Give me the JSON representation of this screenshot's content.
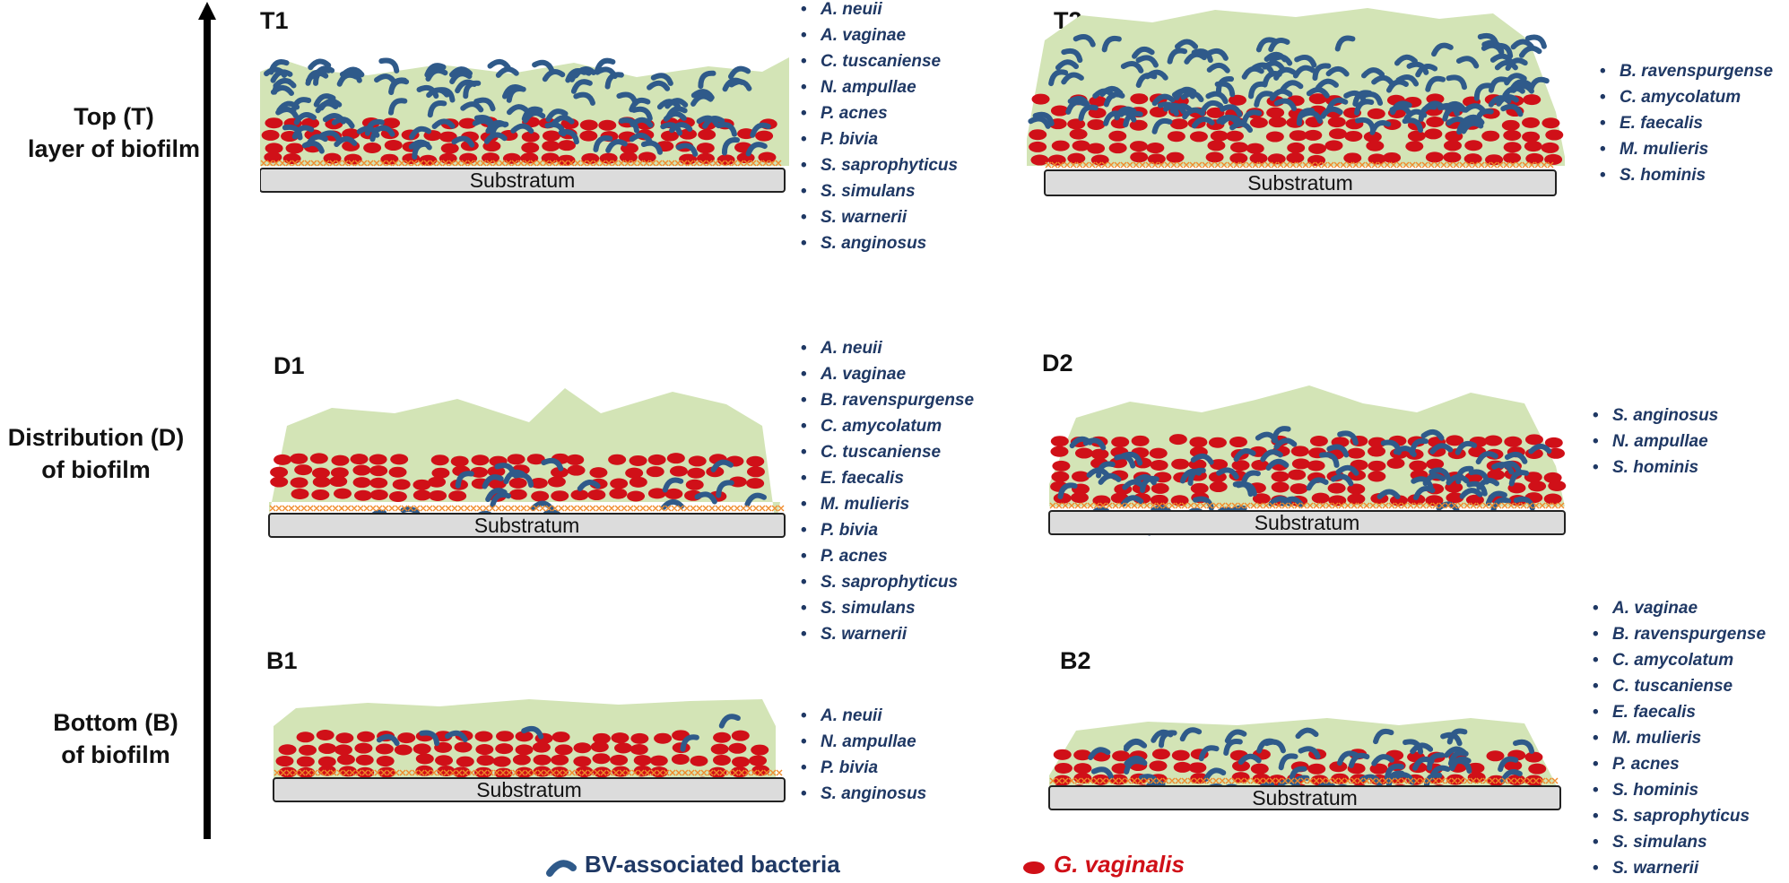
{
  "axis": {
    "top_label_line1": "Top (T)",
    "top_label_line2": "layer of biofilm",
    "mid_label_line1": "Distribution (D)",
    "mid_label_line2": "of biofilm",
    "bottom_label_line1": "Bottom (B)",
    "bottom_label_line2": "of biofilm"
  },
  "substratum_label": "Substratum",
  "colors": {
    "biofilm": "#d3e4b6",
    "gv_red": "#d01018",
    "bv_blue": "#2f5a8a",
    "cross": "#f08a2a",
    "substratum": "#dcdcdc"
  },
  "panels": [
    {
      "id": "T1",
      "label": "T1",
      "species": [
        "A. neuii",
        "A. vaginae",
        "C. tuscaniense",
        "N. ampullae",
        "P. acnes",
        "P. bivia",
        "S. saprophyticus",
        "S. simulans",
        "S. warnerii",
        "S. anginosus"
      ]
    },
    {
      "id": "T2",
      "label": "T2",
      "species": [
        "B. ravenspurgense",
        "C. amycolatum",
        "E. faecalis",
        "M. mulieris",
        "S. hominis"
      ]
    },
    {
      "id": "D1",
      "label": "D1",
      "species": [
        "A. neuii",
        "A. vaginae",
        "B. ravenspurgense",
        "C. amycolatum",
        "C. tuscaniense",
        "E. faecalis",
        "M. mulieris",
        "P. bivia",
        "P. acnes",
        "S. saprophyticus",
        "S. simulans",
        "S.  warnerii"
      ]
    },
    {
      "id": "D2",
      "label": "D2",
      "species": [
        "S. anginosus",
        "N. ampullae",
        "S. hominis"
      ]
    },
    {
      "id": "B1",
      "label": "B1",
      "species": [
        "A. neuii",
        "N. ampullae",
        "P. bivia",
        "S. anginosus"
      ]
    },
    {
      "id": "B2",
      "label": "B2",
      "species": [
        "A. vaginae",
        "B. ravenspurgense",
        "C. amycolatum",
        "C. tuscaniense",
        "E. faecalis",
        "M. mulieris",
        "P. acnes",
        "S. hominis",
        "S. saprophyticus",
        "S. simulans",
        "S. warnerii"
      ]
    }
  ],
  "legend": {
    "bv_label": "BV-associated bacteria",
    "gv_label": "G. vaginalis",
    "bv_icon": "curved-rod-icon",
    "gv_icon": "oval-cell-icon"
  }
}
